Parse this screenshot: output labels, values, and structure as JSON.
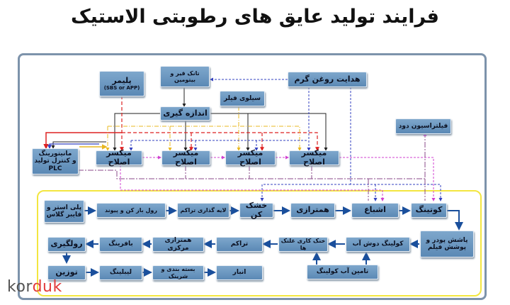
{
  "title": "فرایند تولید عایق های رطوبتی الاستیک",
  "top": {
    "polymer": "پلیمر",
    "polymer_sub": "(SBS or APP)",
    "tank": "تانک قیر و بیتومین",
    "oil": "هدایت روغن گرم",
    "filler": "سیلوی فیلر",
    "measure": "اندازه گیری",
    "filter": "فیلتراسیون دود",
    "plc1": "مانیتورینگ",
    "plc2": "و کنترل تولید",
    "plc3": "PLC",
    "mixer": "میکسر اصلاح"
  },
  "row1": [
    "پلی استر و فایبر گلاس",
    "رول باز کن و پیوند",
    "لایه گذاری تراکم",
    "خشک کن",
    "همترازی",
    "اشباع",
    "کوتینگ"
  ],
  "row2": [
    "رولگیری",
    "بافرینگ",
    "همترازی مرکزی",
    "تراکم",
    "خنک کاری غلتک ها",
    "کولینگ دوش آب",
    "پاشش پودر و پوشش فیلم"
  ],
  "row3": [
    "توزین",
    "لیبلینگ",
    "بسته بندی و شرینک",
    "انبار",
    "تامین آب کولینگ"
  ],
  "logo": {
    "part1": "kor",
    "part2": "duk"
  },
  "colors": {
    "box": "#6a96c0",
    "frame": "#7d93ab",
    "inner_frame": "#f3e640",
    "arrow": "#1a4f9c"
  }
}
